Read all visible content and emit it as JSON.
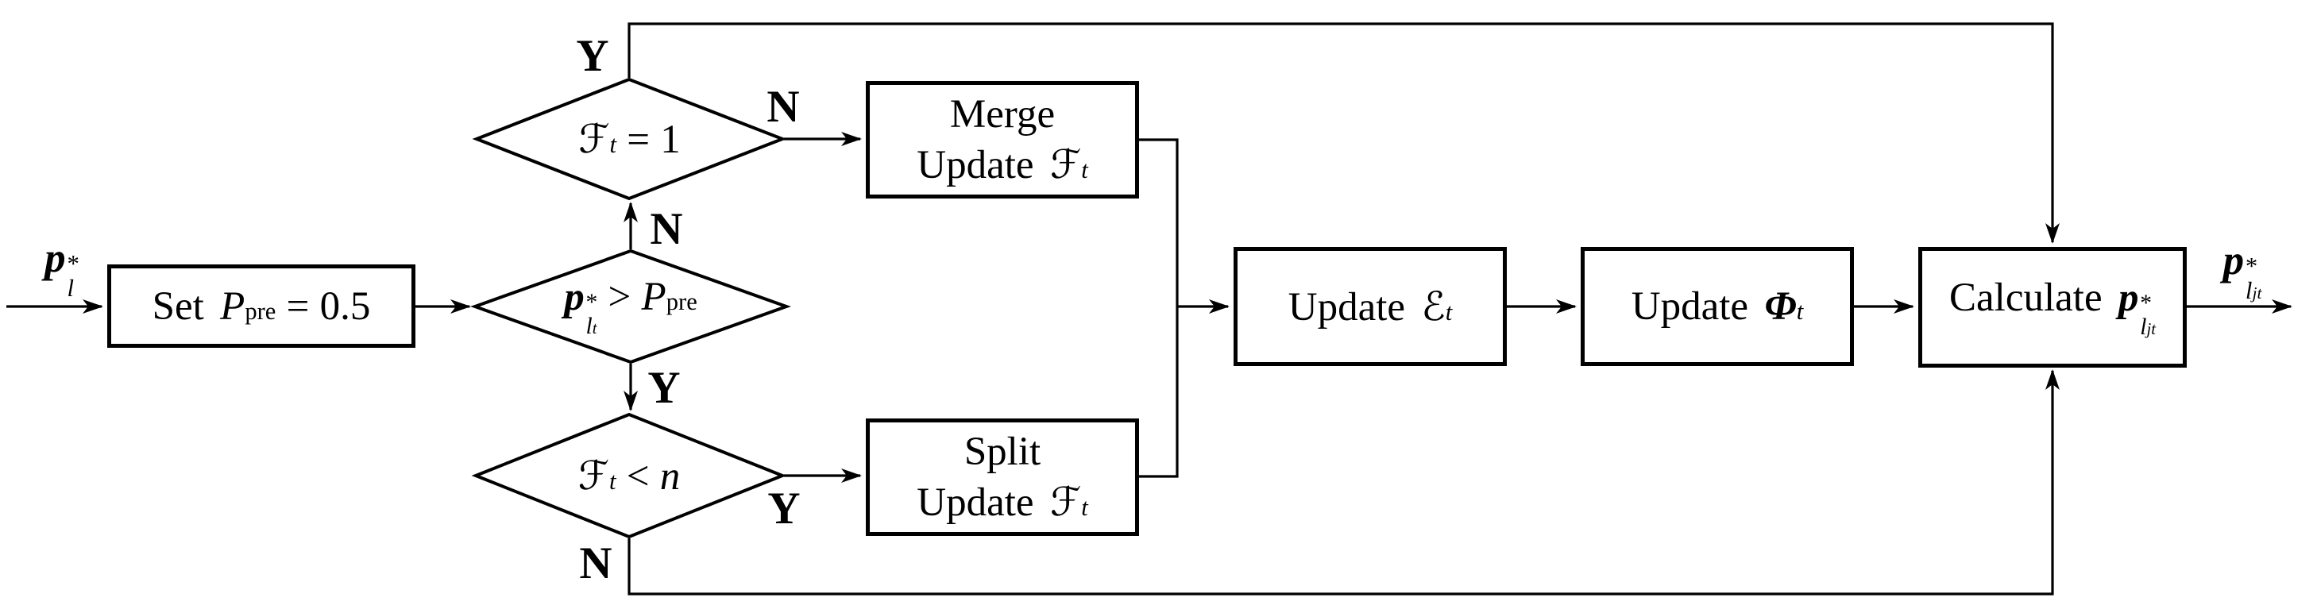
{
  "diagram": {
    "background_color": "#ffffff",
    "line_color": "#000000",
    "input_label": {
      "var": "p",
      "sup": "*",
      "sub": "l"
    },
    "output_label": {
      "var": "p",
      "sup": "*",
      "sub": "l",
      "subsub": "jt"
    },
    "nodes": {
      "set_box": {
        "word": "Set",
        "var": "P",
        "var_sub": "pre",
        "op": "=",
        "value": "0.5"
      },
      "decision_p": {
        "var": "p",
        "sup": "*",
        "sub": "l",
        "subsub": "t",
        "op": ">",
        "rhs_var": "P",
        "rhs_sub": "pre"
      },
      "decision_flag_eq": {
        "var": "ℱ",
        "var_sub": "t",
        "op": "=",
        "rhs": "1"
      },
      "decision_flag_lt": {
        "var": "ℱ",
        "var_sub": "t",
        "op": "<",
        "rhs": "n"
      },
      "merge_box": {
        "title": "Merge",
        "action": "Update",
        "var": "ℱ",
        "var_sub": "t"
      },
      "split_box": {
        "title": "Split",
        "action": "Update",
        "var": "ℱ",
        "var_sub": "t"
      },
      "update_error_box": {
        "action": "Update",
        "var": "ℰ",
        "var_sub": "t"
      },
      "update_phi_box": {
        "action": "Update",
        "var": "Φ",
        "var_sub": "t"
      },
      "calculate_box": {
        "action": "Calculate",
        "var": "p",
        "sup": "*",
        "sub": "l",
        "subsub": "jt"
      }
    },
    "branch_labels": {
      "flag_eq_yes": "Y",
      "flag_eq_no": "N",
      "p_no": "N",
      "p_yes": "Y",
      "flag_lt_yes": "Y",
      "flag_lt_no": "N"
    }
  }
}
